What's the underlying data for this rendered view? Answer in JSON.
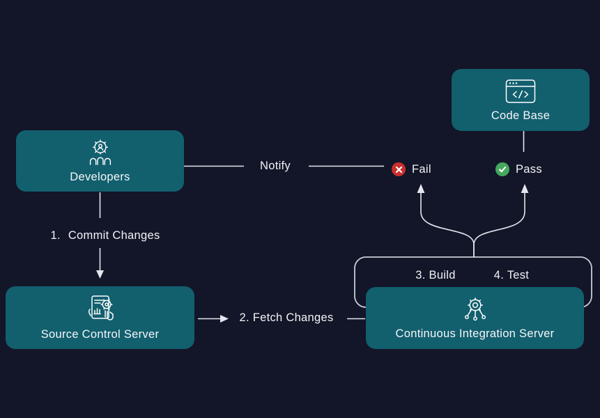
{
  "colors": {
    "background": "#121628",
    "node_fill": "#125f6e",
    "connector": "#e4e6ee",
    "loop_outline": "#c9cdd8",
    "text": "#f5f6f8",
    "fail_red": "#c92f2f",
    "pass_green": "#44a75d"
  },
  "nodes": {
    "developers": {
      "label": "Developers",
      "icon": "team-gear-icon"
    },
    "code_base": {
      "label": "Code Base",
      "icon": "code-window-icon"
    },
    "source_control": {
      "label": "Source Control Server",
      "icon": "document-gear-hand-icon"
    },
    "ci_server": {
      "label": "Continuous Integration Server",
      "icon": "gear-network-icon"
    }
  },
  "edges": {
    "notify": {
      "label": "Notify"
    },
    "commit": {
      "number": "1.",
      "label": "Commit Changes"
    },
    "fetch": {
      "label": "2. Fetch Changes"
    },
    "build": {
      "label": "3. Build"
    },
    "test": {
      "label": "4. Test"
    }
  },
  "statuses": {
    "fail": {
      "label": "Fail",
      "icon": "x-circle-icon",
      "color": "#c92f2f"
    },
    "pass": {
      "label": "Pass",
      "icon": "check-circle-icon",
      "color": "#44a75d"
    }
  }
}
